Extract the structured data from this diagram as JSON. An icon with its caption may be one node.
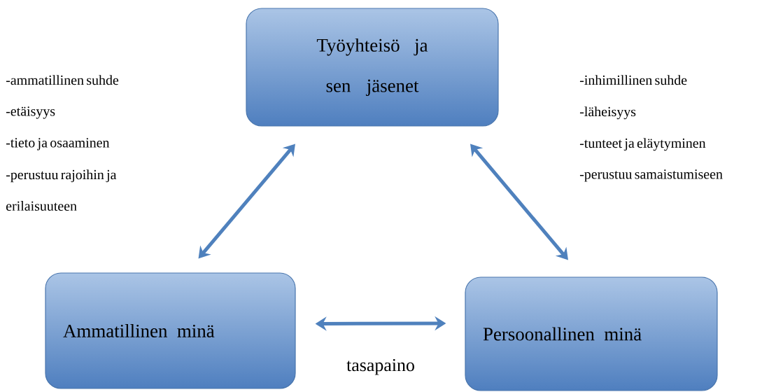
{
  "diagram": {
    "nodes": [
      {
        "text": [
          "Työyhteisö ja sen jäsenet"
        ]
      },
      {
        "text": [
          "Ammatillinen minä"
        ]
      },
      {
        "text": [
          "Persoonallinen minä"
        ]
      }
    ],
    "edges": [
      {
        "from": 0,
        "to": 1,
        "arrow": "both"
      },
      {
        "from": 0,
        "to": 2,
        "arrow": "both"
      },
      {
        "from": 1,
        "to": 2,
        "arrow": "both",
        "label": "tasapaino"
      }
    ],
    "labels": [
      "-ammatillinen suhde",
      "-etäisyys",
      "-tieto ja osaaminen",
      "-perustuu rajoihin ja erilaisuuteen",
      "-inhimillinen suhde",
      "-läheisyys",
      "-tunteet ja eläytyminen",
      "-perustuu samaistumiseen"
    ]
  }
}
